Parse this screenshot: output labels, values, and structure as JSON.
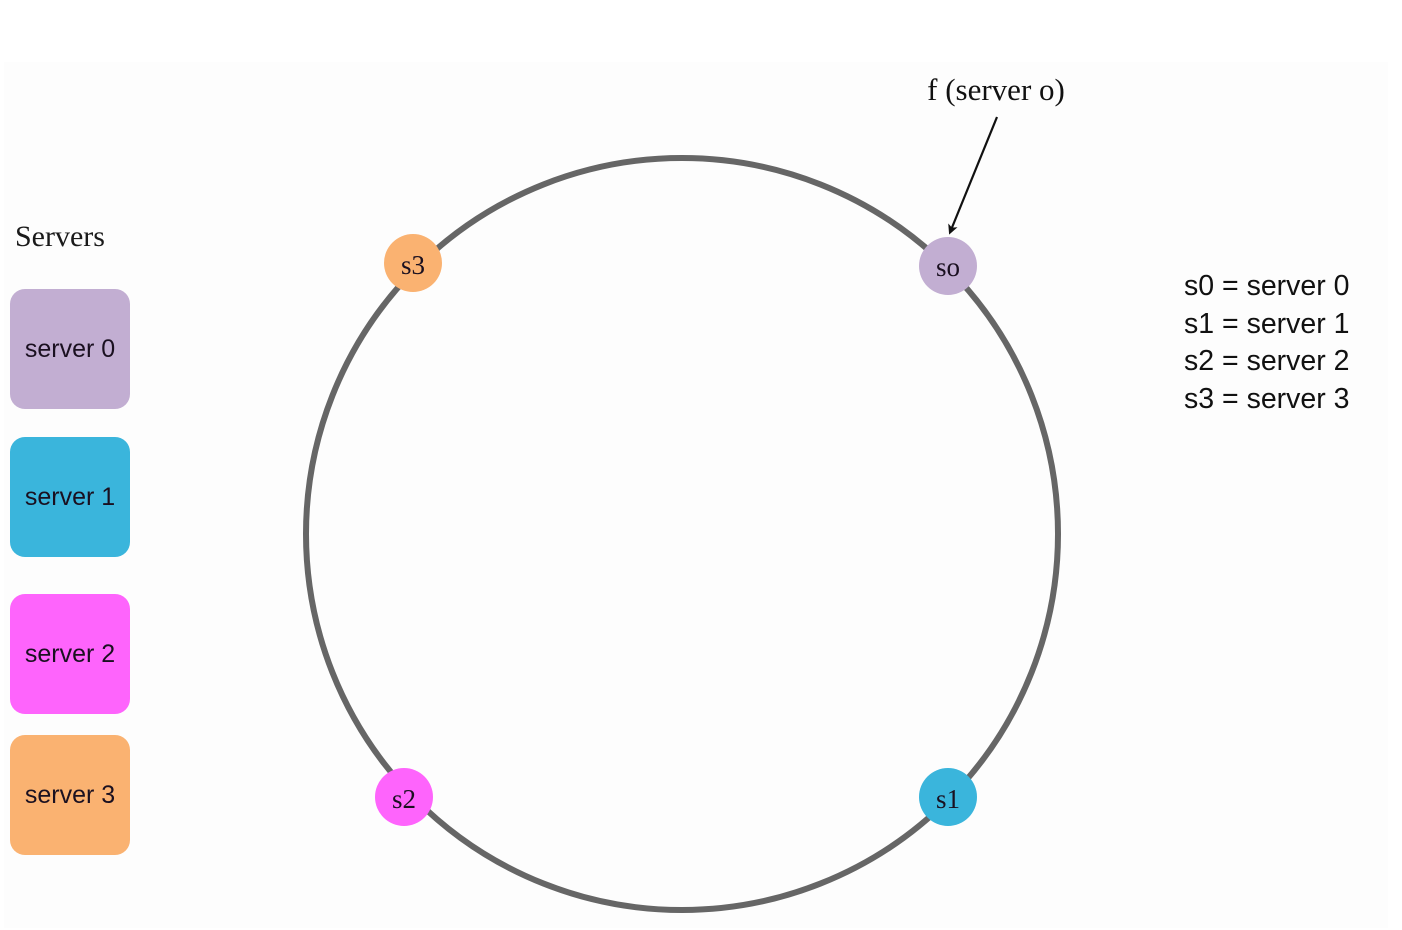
{
  "sidebar": {
    "heading": "Servers",
    "servers": [
      {
        "label": "server 0",
        "color": "#c2aed2"
      },
      {
        "label": "server 1",
        "color": "#3ab5dc"
      },
      {
        "label": "server 2",
        "color": "#fe64fc"
      },
      {
        "label": "server 3",
        "color": "#fab271"
      }
    ]
  },
  "ring": {
    "stroke_color": "#666666",
    "nodes": [
      {
        "id": "s0",
        "label": "so",
        "color": "#c2aed2"
      },
      {
        "id": "s1",
        "label": "s1",
        "color": "#3ab5dc"
      },
      {
        "id": "s2",
        "label": "s2",
        "color": "#fe64fc"
      },
      {
        "id": "s3",
        "label": "s3",
        "color": "#fab271"
      }
    ]
  },
  "annotation": {
    "label": "f (server 0)",
    "label_display": "f (server o)",
    "target": "s0"
  },
  "legend": {
    "items": [
      "s0 = server 0",
      "s1 = server 1",
      "s2 = server 2",
      "s3 = server 3"
    ]
  }
}
